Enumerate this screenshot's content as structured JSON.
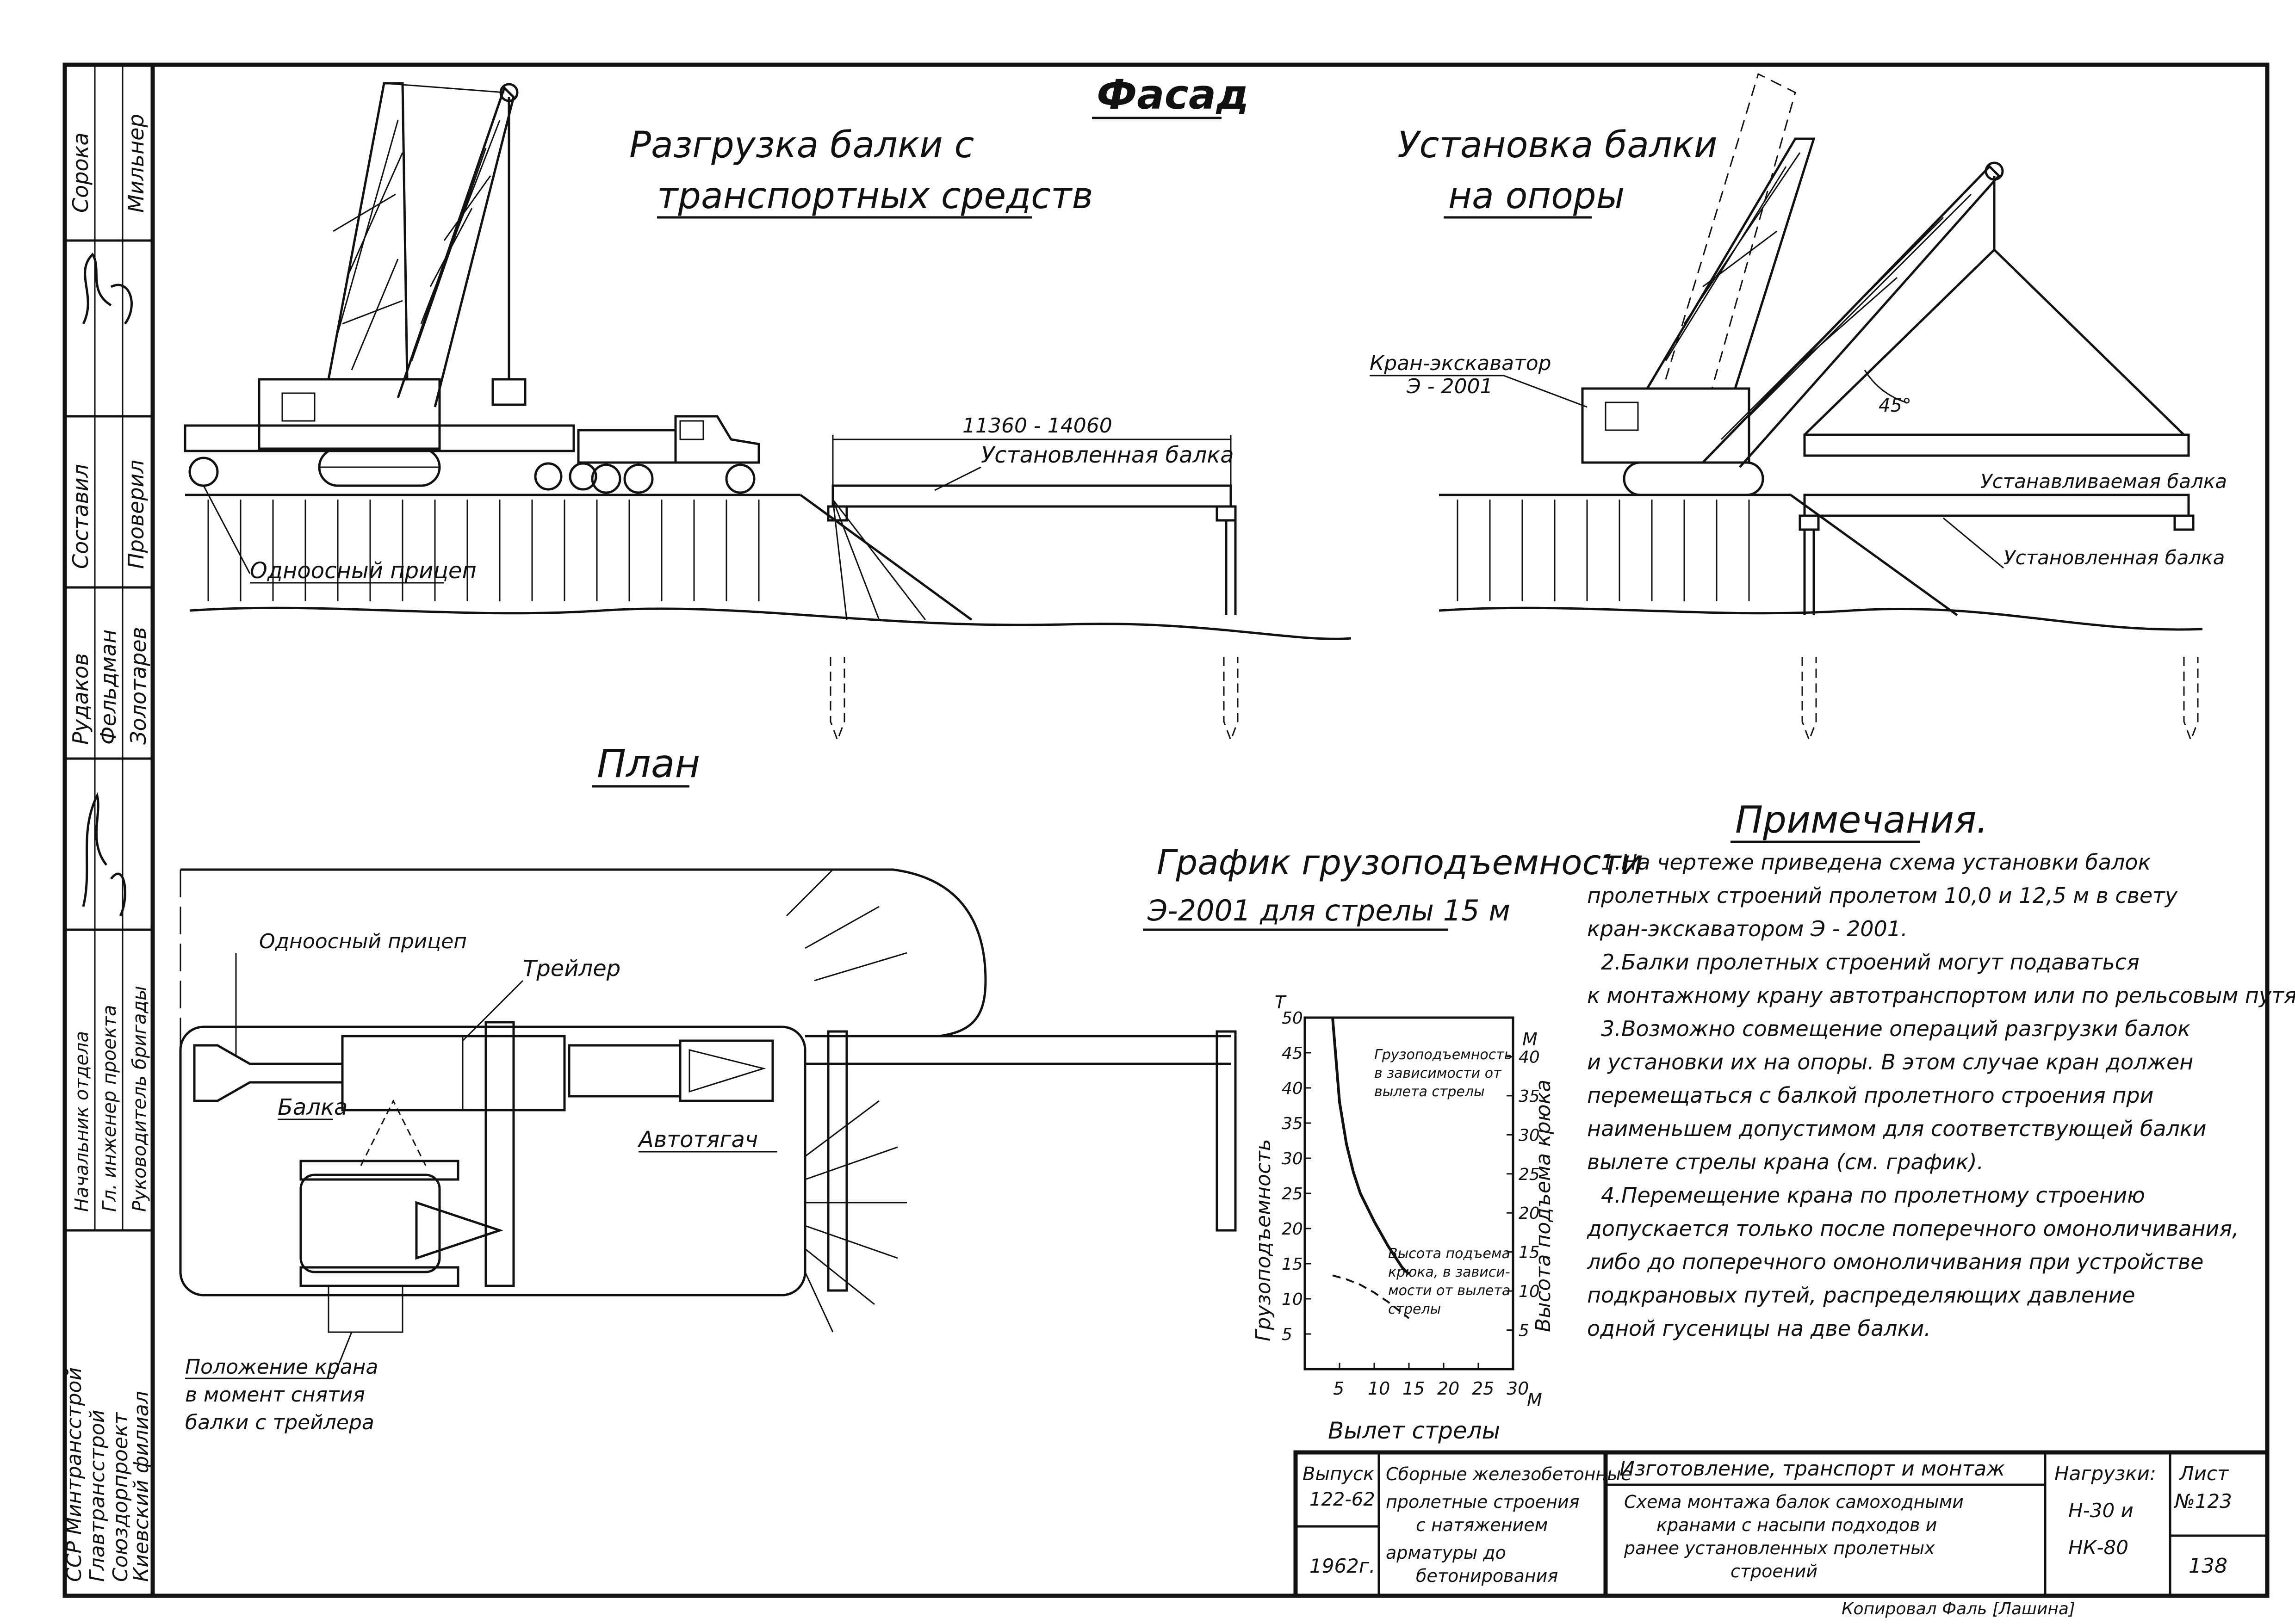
{
  "views": {
    "facade": "Фасад",
    "plan": "План"
  },
  "unloading": {
    "title_line1": "Разгрузка балки с",
    "title_line2": "транспортных средств",
    "label_trailer": "Одноосный прицеп",
    "span_dim": "11360 - 14060",
    "label_installed_beam": "Установленная балка"
  },
  "installation": {
    "title_line1": "Установка балки",
    "title_line2": "на опоры",
    "crane_label_line1": "Кран-экскаватор",
    "crane_label_line2": "Э - 2001",
    "angle": "45°",
    "label_beam_being_set": "Устанавливаемая балка",
    "label_installed_beam": "Установленная балка"
  },
  "plan": {
    "label_trailer_single": "Одноосный прицеп",
    "label_trailer": "Трейлер",
    "label_beam": "Балка",
    "label_tractor": "Автотягач",
    "crane_pos_line1": "Положение крана",
    "crane_pos_line2": "в момент снятия",
    "crane_pos_line3": "балки с трейлера"
  },
  "chart_heading": {
    "line1": "График грузоподъемности",
    "line2": "Э-2001 для стрелы 15 м"
  },
  "chart_data": {
    "type": "line",
    "xlabel": "Вылет стрелы",
    "ylabel_left": "Грузоподъемность",
    "ylabel_right": "Высота подъема крюка",
    "left_unit": "Т",
    "right_unit": "М",
    "x_unit": "М",
    "xlim": [
      0,
      30
    ],
    "ylim_left": [
      0,
      50
    ],
    "ylim_right": [
      0,
      45
    ],
    "x_ticks": [
      "5",
      "10",
      "15",
      "20",
      "25",
      "30"
    ],
    "y_ticks_left": [
      "5",
      "10",
      "15",
      "20",
      "25",
      "30",
      "35",
      "40",
      "45",
      "50"
    ],
    "y_ticks_right": [
      "5",
      "10",
      "15",
      "20",
      "25",
      "30",
      "35",
      "40"
    ],
    "annotation_capacity": [
      "Грузоподъемность",
      "в зависимости от",
      "вылета стрелы"
    ],
    "annotation_height": [
      "Высота подъема",
      "крюка, в зависи-",
      "мости от вылета",
      "стрелы"
    ],
    "series": [
      {
        "x": [
          4,
          5,
          6,
          7,
          8,
          9,
          10,
          12,
          14,
          15
        ],
        "y": [
          50,
          38,
          32,
          28,
          25,
          23,
          21,
          17.5,
          14.5,
          13.5
        ]
      },
      {
        "x": [
          4,
          6,
          8,
          10,
          12,
          15
        ],
        "y": [
          12,
          11.5,
          10.8,
          9.8,
          8.6,
          6.5
        ],
        "dashed": true
      }
    ]
  },
  "notes": {
    "title": "Примечания.",
    "lines": [
      "1.На чертеже приведена схема установки балок",
      "пролетных строений пролетом 10,0 и 12,5 м в свету",
      "кран-экскаватором Э - 2001.",
      "2.Балки пролетных строений могут подаваться",
      "к монтажному крану автотранспортом или по рельсовым путям.",
      "3.Возможно совмещение операций разгрузки балок",
      "и установки их на опоры. В этом случае кран должен",
      "перемещаться с балкой пролетного строения при",
      "наименьшем допустимом для соответствующей балки",
      "вылете стрелы крана (см. график).",
      "4.Перемещение крана по пролетному строению",
      "допускается только после поперечного омоноличивания,",
      "либо до поперечного омоноличивания при устройстве",
      "подкрановых путей, распределяющих давление",
      "одной гусеницы на две балки."
    ]
  },
  "title_block": {
    "issue_label": "Выпуск",
    "issue_no": "122-62",
    "year": "1962г.",
    "series_desc": [
      "Сборные железобетонные",
      "пролетные строения",
      "с натяжением",
      "арматуры до",
      "бетонирования"
    ],
    "section_title": "Изготовление, транспорт и монтаж",
    "drawing_title": [
      "Схема монтажа балок самоходными",
      "кранами с насыпи подходов и",
      "ранее установленных пролетных",
      "строений"
    ],
    "loads_label": "Нагрузки:",
    "loads": [
      "Н-30 и",
      "НК-80"
    ],
    "sheet_label": "Лист",
    "sheet_no": "№123",
    "page": "138",
    "copied": "Копировал Фаль [Лашина]"
  },
  "side_stamp": {
    "names_col1": [
      "Сорока",
      "Составил",
      "Рудаков",
      "Начальник отдела"
    ],
    "names_col2": [
      "Мильнер",
      "Проверил",
      "Фельдман",
      "Гл. инженер проекта"
    ],
    "names_col3": [
      "Золотарев",
      "Руководитель бригады"
    ],
    "org": [
      "ССР Минтрансстрой",
      "Главтрансстрой",
      "Союздорпроект",
      "Киевский филиал"
    ]
  }
}
